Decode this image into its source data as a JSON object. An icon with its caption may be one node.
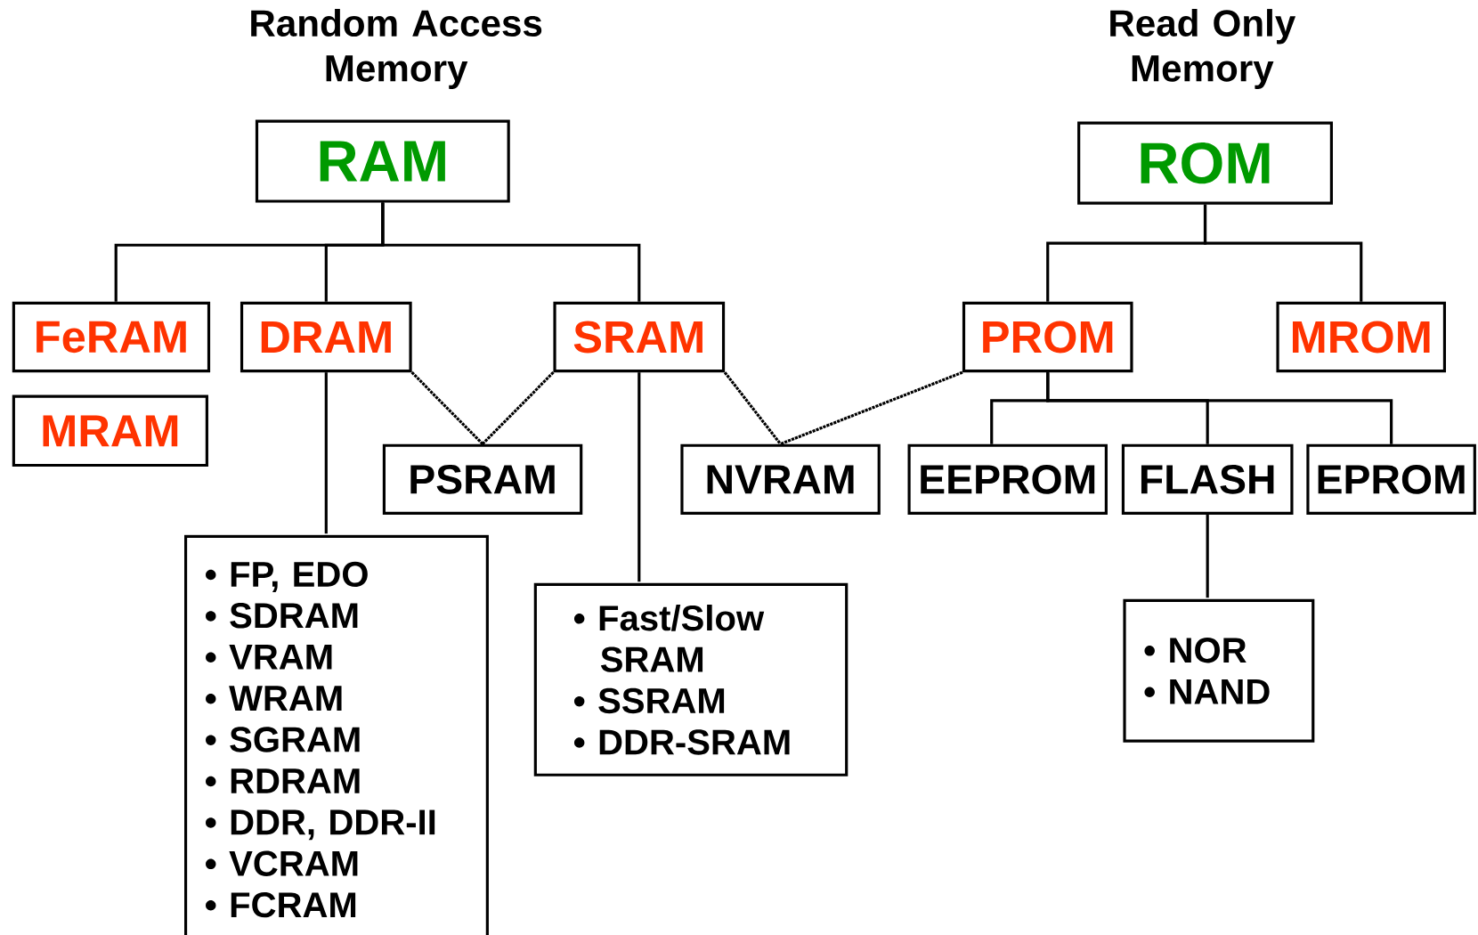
{
  "diagram": {
    "nodes": [
      {
        "text": [
          "RAM"
        ]
      },
      {
        "text": [
          "ROM"
        ]
      },
      {
        "text": [
          "FeRAM"
        ]
      },
      {
        "text": [
          "MRAM"
        ]
      },
      {
        "text": [
          "DRAM"
        ]
      },
      {
        "text": [
          "SRAM"
        ]
      },
      {
        "text": [
          "PROM"
        ]
      },
      {
        "text": [
          "MROM"
        ]
      },
      {
        "text": [
          "PSRAM"
        ]
      },
      {
        "text": [
          "NVRAM"
        ]
      },
      {
        "text": [
          "EEPROM"
        ]
      },
      {
        "text": [
          "FLASH"
        ]
      },
      {
        "text": [
          "EPROM"
        ]
      },
      {
        "text": [
          "• FP, EDO",
          "• SDRAM",
          "• VRAM",
          "• WRAM",
          "• SGRAM",
          "• RDRAM",
          "• DDR, DDR-II",
          "• VCRAM",
          "• FCRAM"
        ]
      },
      {
        "text": [
          "• Fast/Slow SRAM",
          "• SSRAM",
          "• DDR-SRAM"
        ]
      },
      {
        "text": [
          "• NOR",
          "• NAND"
        ]
      }
    ],
    "edges": [
      {
        "from": 0,
        "to": 2,
        "arrow": "none"
      },
      {
        "from": 0,
        "to": 4,
        "arrow": "none"
      },
      {
        "from": 0,
        "to": 5,
        "arrow": "none"
      },
      {
        "from": 1,
        "to": 6,
        "arrow": "none"
      },
      {
        "from": 1,
        "to": 7,
        "arrow": "none"
      },
      {
        "from": 6,
        "to": 10,
        "arrow": "none"
      },
      {
        "from": 6,
        "to": 11,
        "arrow": "none"
      },
      {
        "from": 6,
        "to": 12,
        "arrow": "none"
      },
      {
        "from": 4,
        "to": 13,
        "arrow": "none"
      },
      {
        "from": 5,
        "to": 14,
        "arrow": "none"
      },
      {
        "from": 11,
        "to": 15,
        "arrow": "none"
      },
      {
        "from": 4,
        "to": 8,
        "arrow": "none",
        "style": "dashed"
      },
      {
        "from": 5,
        "to": 8,
        "arrow": "none",
        "style": "dashed"
      },
      {
        "from": 5,
        "to": 9,
        "arrow": "none",
        "style": "dashed"
      },
      {
        "from": 6,
        "to": 9,
        "arrow": "none",
        "style": "dashed"
      }
    ],
    "labels": [
      "Random Access Memory",
      "Read Only Memory"
    ]
  }
}
